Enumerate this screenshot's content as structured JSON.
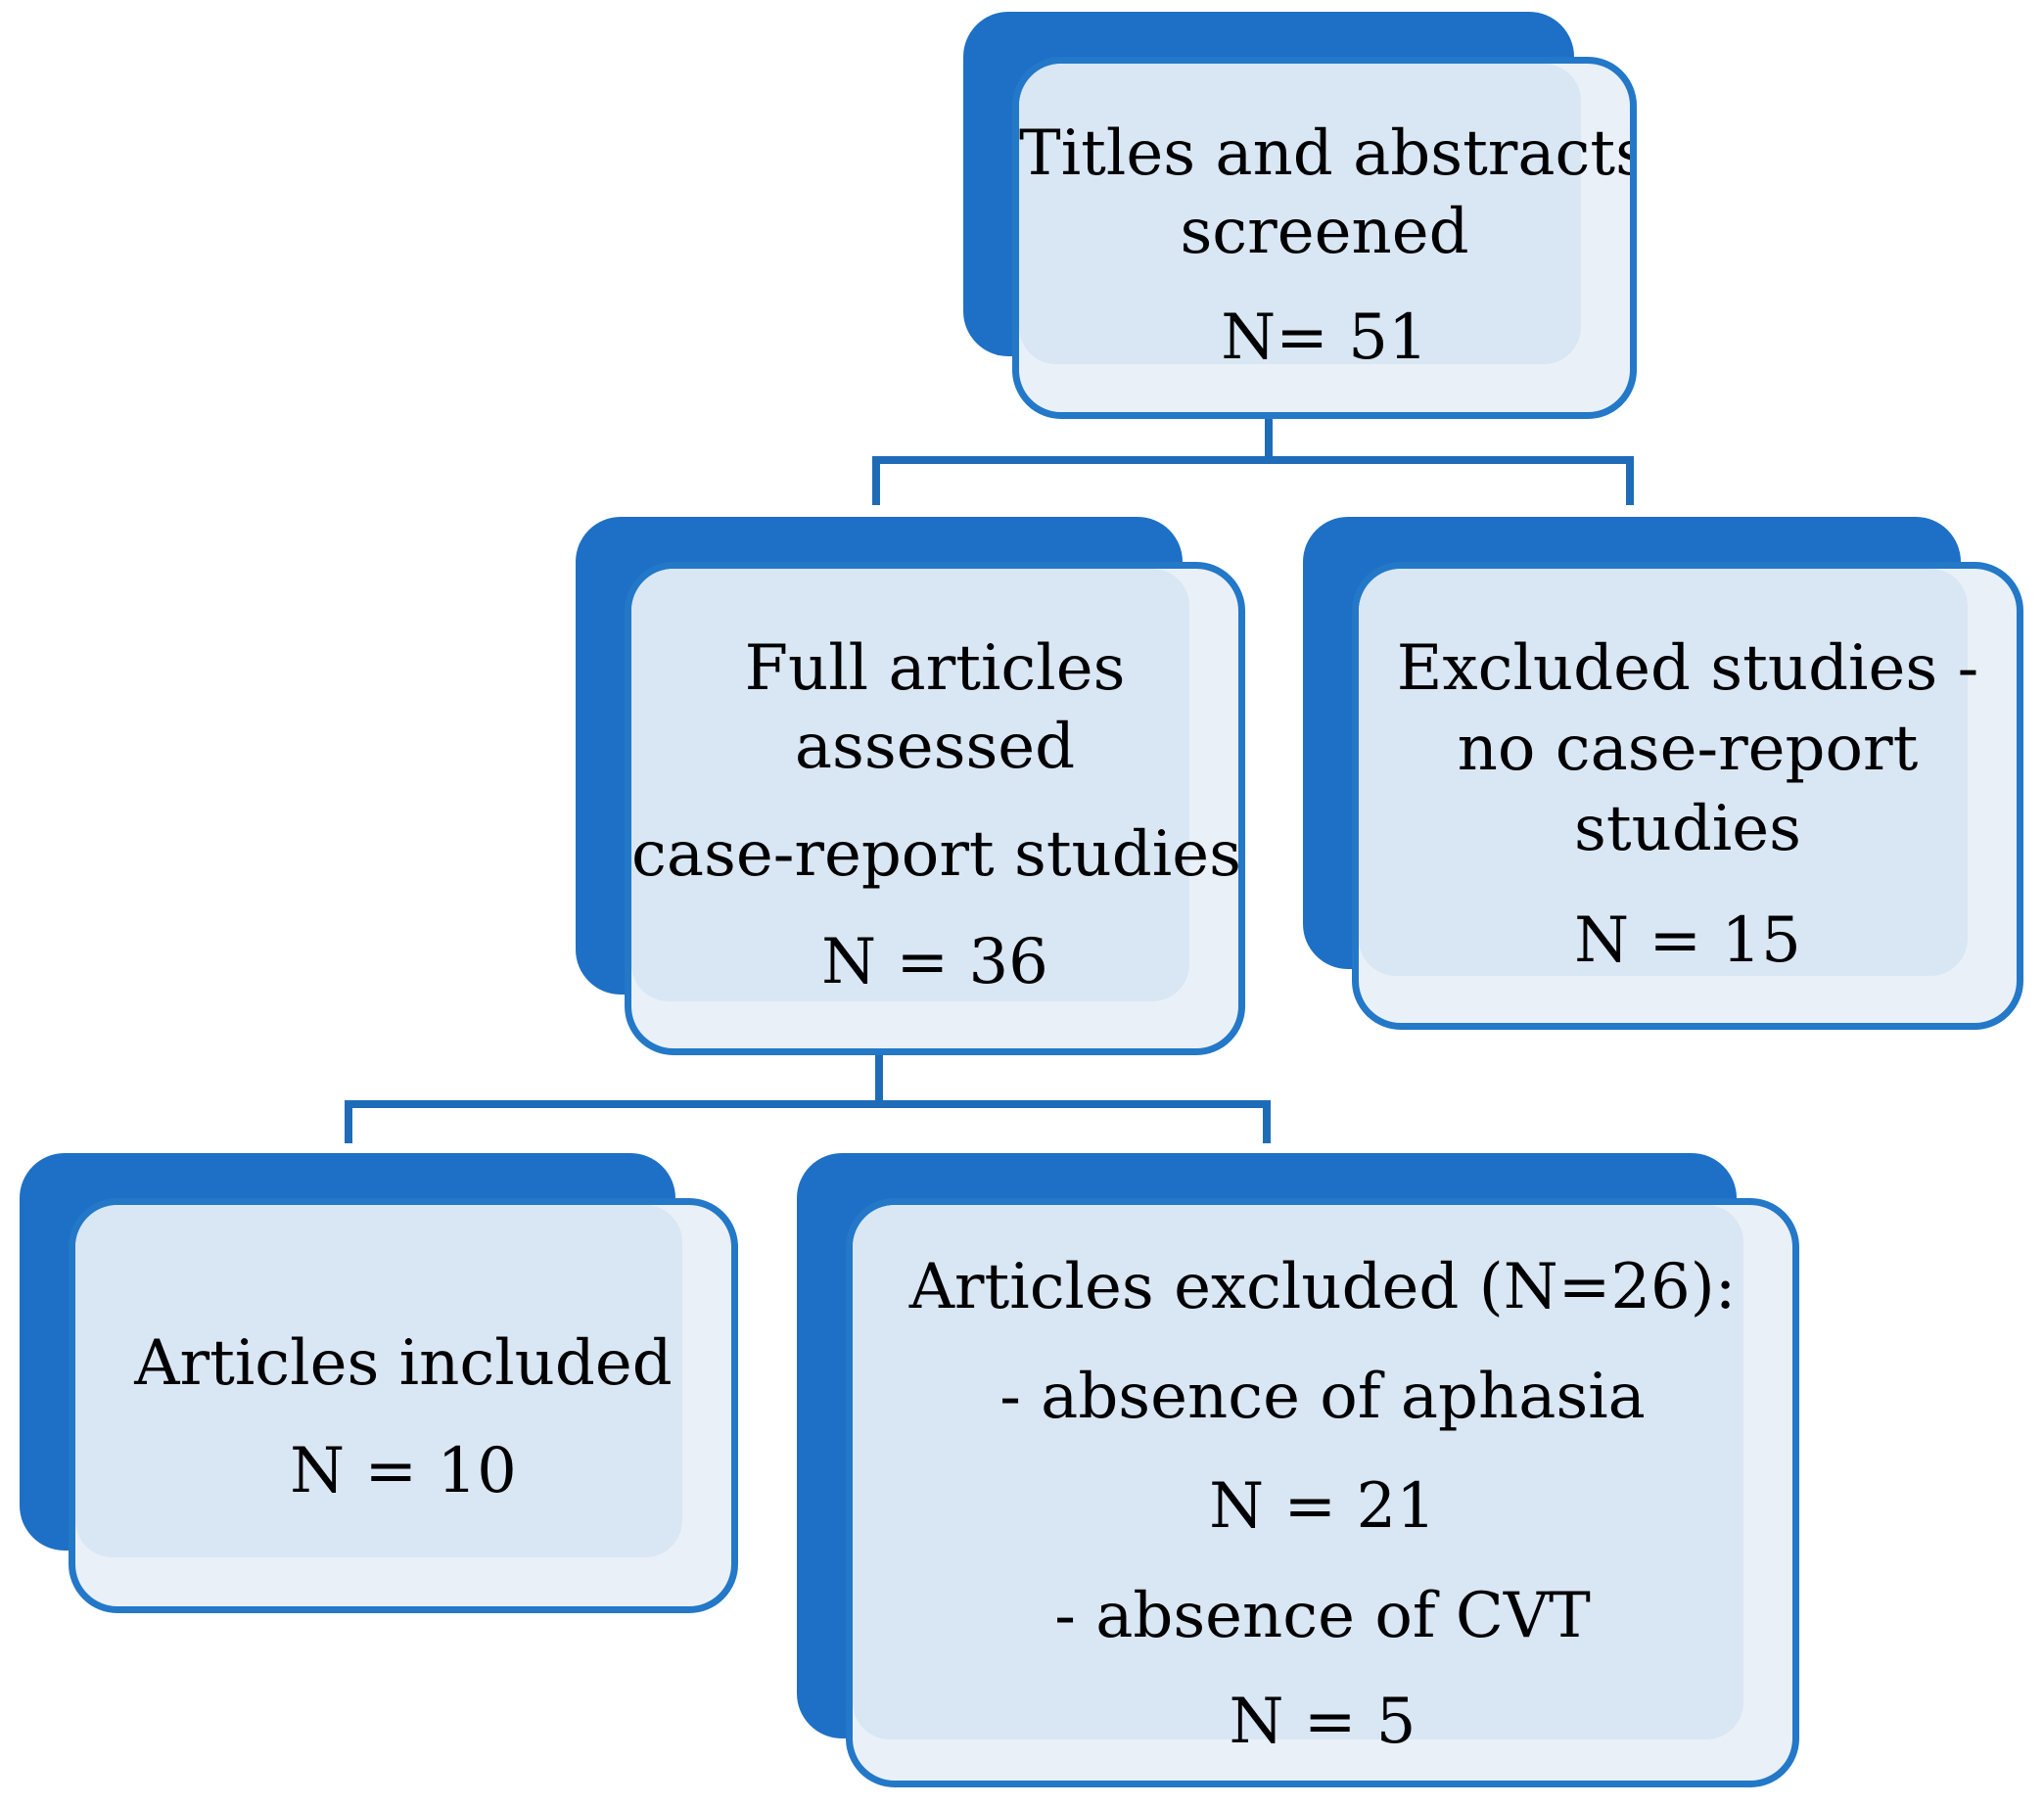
{
  "nodes": {
    "screened": {
      "lines": [
        "Titles and abstracts",
        "screened",
        "N= 51"
      ]
    },
    "assessed": {
      "lines": [
        "Full articles",
        "assessed",
        "case-report studies",
        "N = 36"
      ]
    },
    "excluded_no_case_report": {
      "lines": [
        "Excluded studies -",
        "no case-report",
        "studies",
        "N = 15"
      ]
    },
    "included": {
      "lines": [
        "Articles included",
        "N = 10"
      ]
    },
    "excluded_articles": {
      "lines": [
        "Articles excluded (N=26):",
        "- absence of aphasia",
        "N = 21",
        "- absence of CVT",
        "N = 5"
      ]
    }
  },
  "colors": {
    "back_block": "#1e70c6",
    "front_border": "#2378c8",
    "front_fill": "#e9f0f8",
    "connector": "#1e6cb8"
  }
}
